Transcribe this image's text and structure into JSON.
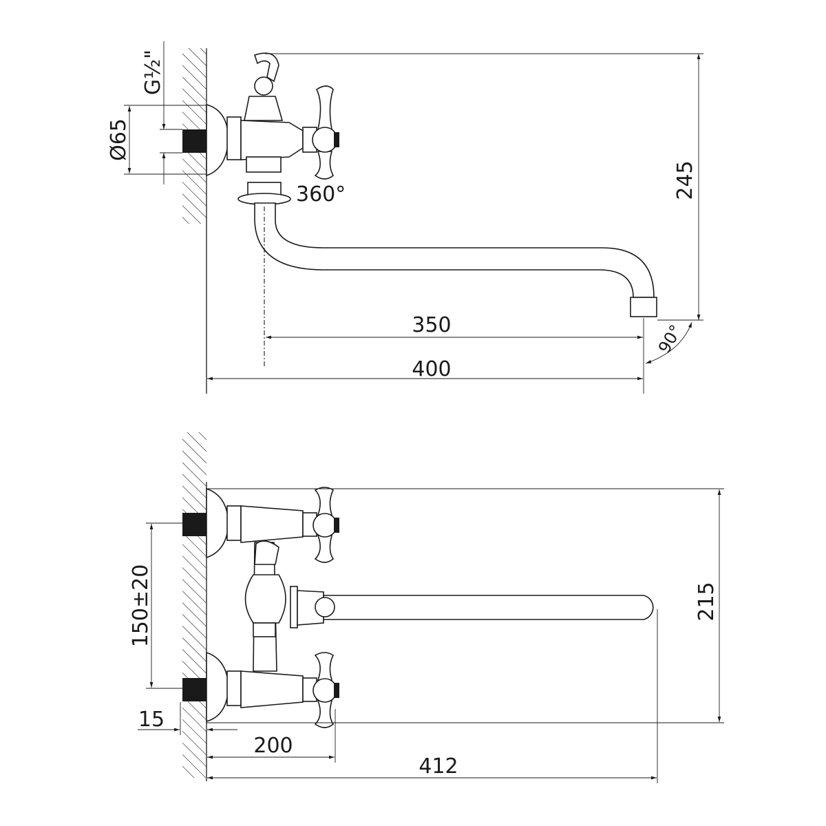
{
  "drawing": {
    "top_view": {
      "thread_label": "G½\"",
      "flange_diameter_label": "Ø65",
      "swivel_label": "360°",
      "height_label": "245",
      "spout_reach_label": "350",
      "total_reach_label": "400",
      "angle_label": "90°"
    },
    "front_view": {
      "center_distance_label": "150±20",
      "height_label": "215",
      "thread_length_label": "15",
      "handle_reach_label": "200",
      "total_reach_label": "412"
    }
  }
}
